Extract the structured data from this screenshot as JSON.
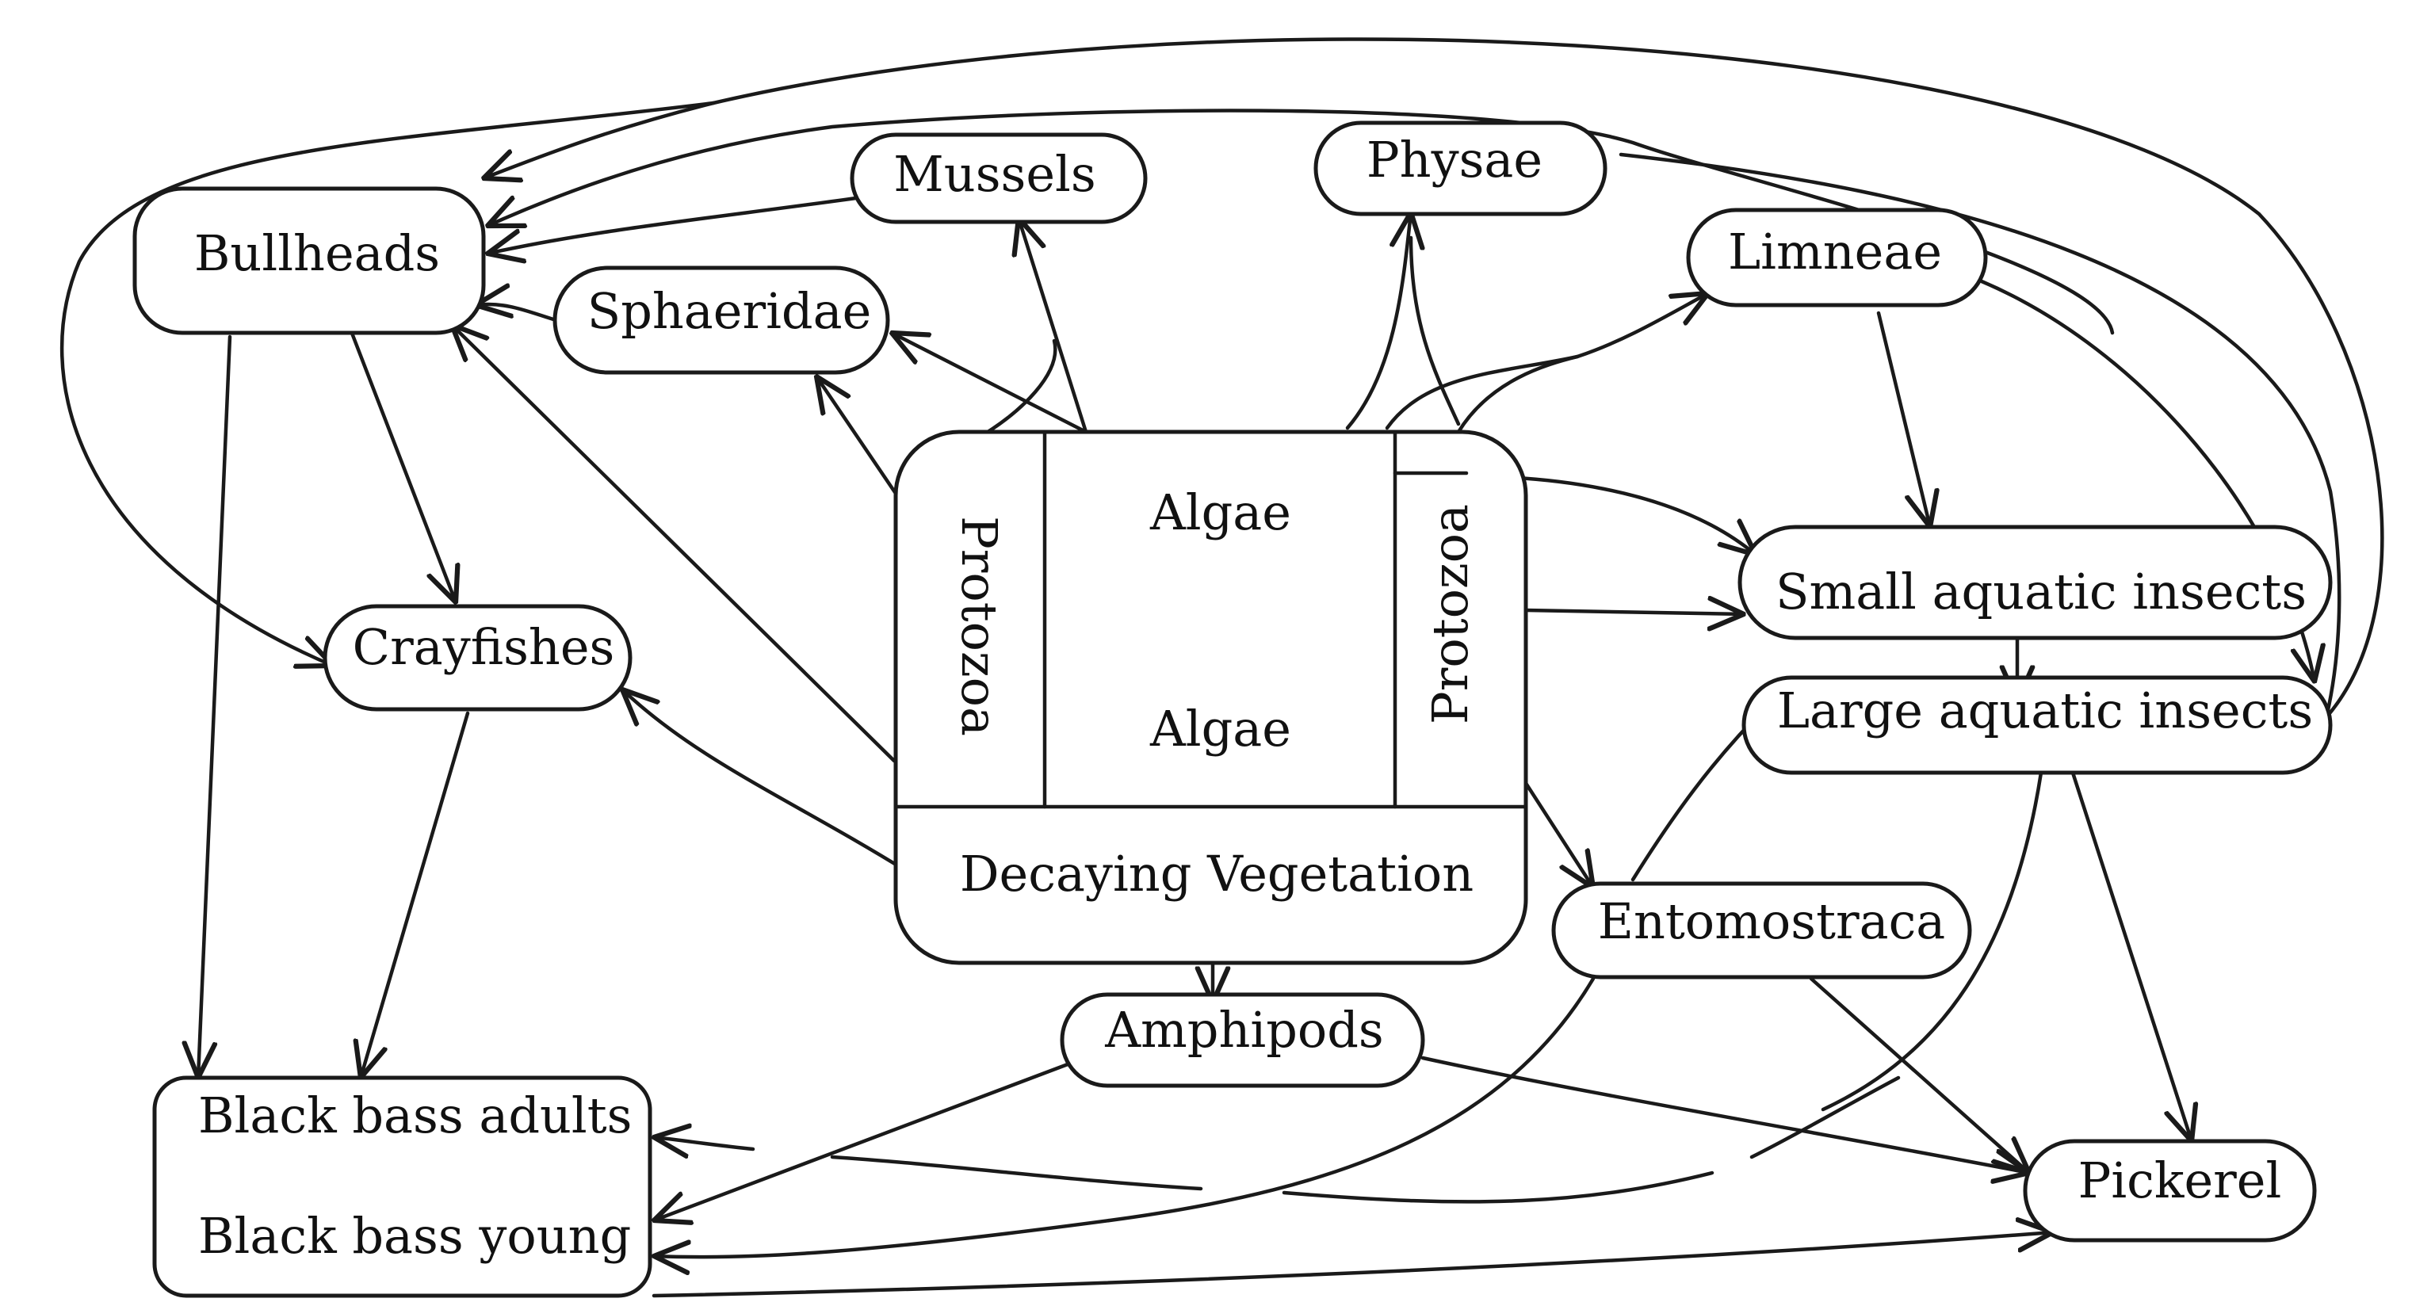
{
  "diagram": {
    "nodes": {
      "bullheads": "Bullheads",
      "mussels": "Mussels",
      "physae": "Physae",
      "limneae": "Limneae",
      "sphaeridae": "Sphaeridae",
      "crayfishes": "Crayfishes",
      "small_insects": "Small aquatic insects",
      "large_insects": "Large aquatic insects",
      "entomostraca": "Entomostraca",
      "amphipods": "Amphipods",
      "black_bass_adults": "Black bass adults",
      "black_bass_young": "Black bass young",
      "pickerel": "Pickerel"
    },
    "center": {
      "protozoa_left": "Protozoa",
      "algae_top": "Algae",
      "algae_bottom": "Algae",
      "protozoa_right": "Protozoa",
      "decaying": "Decaying Vegetation"
    }
  }
}
